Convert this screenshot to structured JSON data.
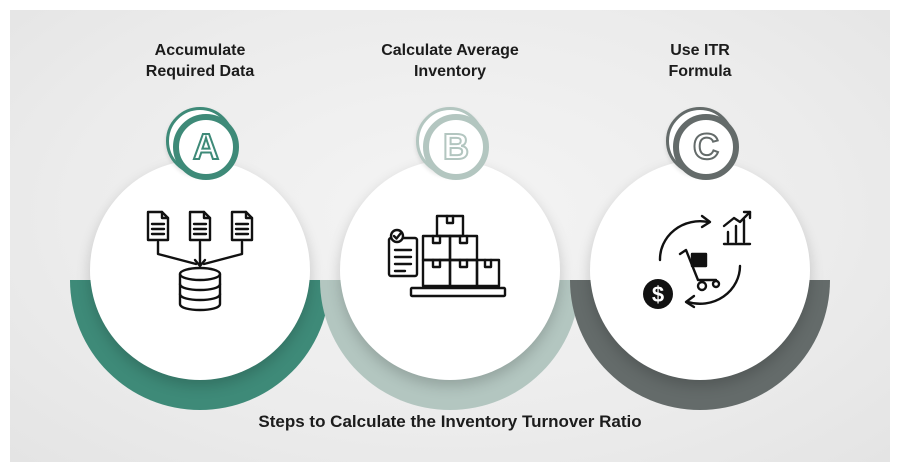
{
  "steps": [
    {
      "letter": "A",
      "title_line1": "Accumulate",
      "title_line2": "Required Data",
      "icon": "documents-to-database-icon",
      "color": "#3e8a78"
    },
    {
      "letter": "B",
      "title_line1": "Calculate Average",
      "title_line2": "Inventory",
      "icon": "stacked-boxes-checklist-icon",
      "color": "#b3c6c0"
    },
    {
      "letter": "C",
      "title_line1": "Use ITR",
      "title_line2": "Formula",
      "icon": "dollar-cycle-cart-growth-icon",
      "color": "#646b6a"
    }
  ],
  "footer_title": "Steps to Calculate the Inventory Turnover Ratio"
}
